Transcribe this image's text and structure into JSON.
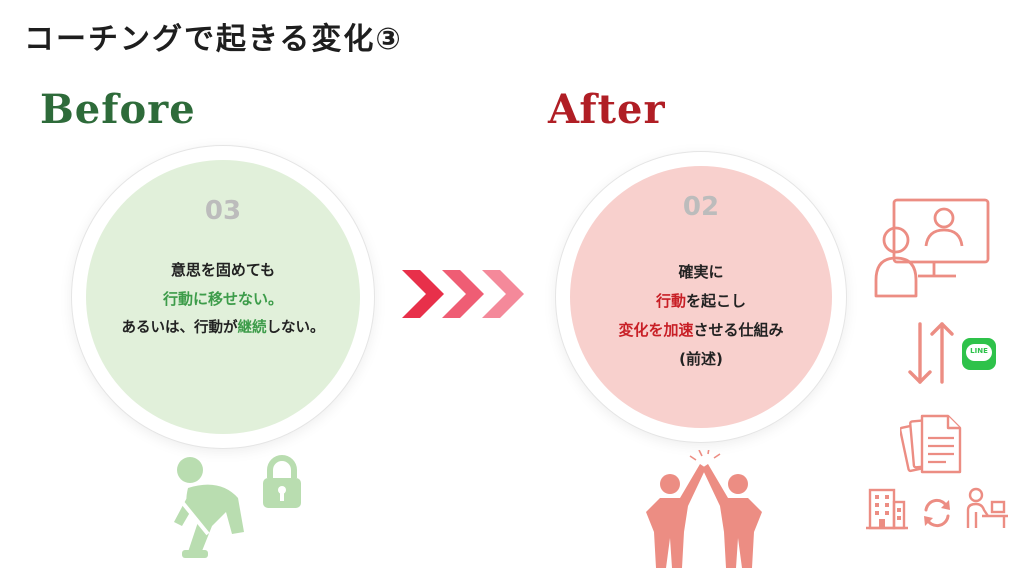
{
  "slide": {
    "title": "コーチングで起きる変化③",
    "before_label": "Before",
    "after_label": "After"
  },
  "before_card": {
    "number": "03",
    "line1": "意思を固めても",
    "line2": "行動に移せない。",
    "line3_a": "あるいは、行動が",
    "line3_b": "継続",
    "line3_c": "しない。"
  },
  "after_card": {
    "number": "02",
    "line1": "確実に",
    "line2_a": "行動",
    "line2_b": "を起こし",
    "line3_a": "変化を加速",
    "line3_b": "させる仕組み",
    "line4": "(前述)"
  },
  "icons": {
    "line_badge": "LINE",
    "names": [
      "struggling-person-icon",
      "padlock-icon",
      "arrow-chevrons-icon",
      "high-five-icon",
      "video-call-icon",
      "up-down-arrows-icon",
      "line-app-icon",
      "documents-icon",
      "office-building-icon",
      "refresh-icon",
      "desk-worker-icon"
    ]
  },
  "colors": {
    "before_accent": "#3d9c4a",
    "after_accent": "#c81f26",
    "before_circle": "#e1f0da",
    "after_circle": "#f8d0cd",
    "icon_salmon": "#ec8d83",
    "icon_green": "#b9ddb0"
  }
}
